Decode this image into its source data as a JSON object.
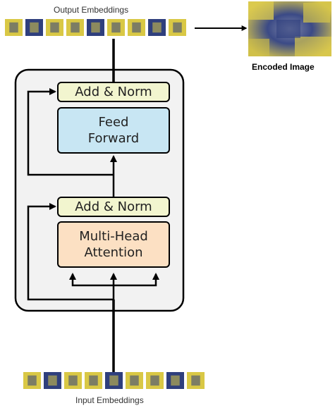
{
  "labels": {
    "output_embeddings": "Output Embeddings",
    "input_embeddings": "Input Embeddings",
    "encoded_image": "Encoded Image"
  },
  "blocks": {
    "add_norm_top": "Add & Norm",
    "feed_forward_line1": "Feed",
    "feed_forward_line2": "Forward",
    "add_norm_bottom": "Add & Norm",
    "attention_line1": "Multi-Head",
    "attention_line2": "Attention"
  },
  "colors": {
    "add_norm": "#f2f5cf",
    "feed_forward": "#c8e6f3",
    "attention": "#fce0c3",
    "encoder_bg": "#f2f2f2",
    "patch_yellow": "#d9c845",
    "patch_blue": "#2f3f7d"
  },
  "patch_counts": {
    "output": 9,
    "input": 9
  }
}
